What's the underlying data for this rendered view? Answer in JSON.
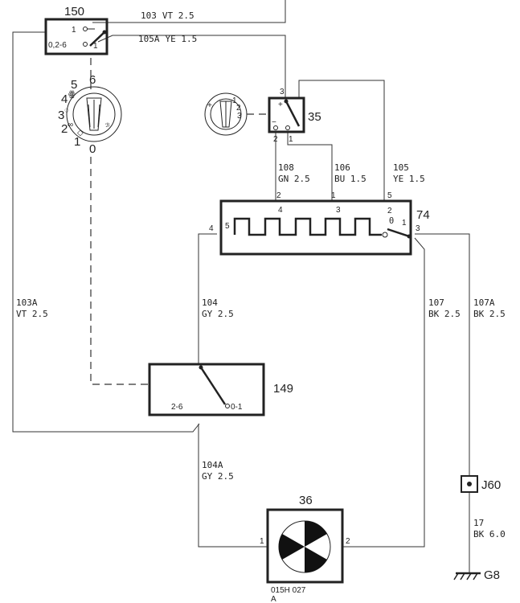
{
  "components": {
    "c150": {
      "ref": "150",
      "pin1": "1",
      "pin_left": "0,2-6",
      "pin_right": "1"
    },
    "c35": {
      "ref": "35",
      "pin3": "3",
      "pin2": "2",
      "pin1": "1",
      "plus": "+",
      "minus": "−"
    },
    "c74": {
      "ref": "74",
      "pin2t": "2",
      "pin1t": "1",
      "pin5t": "5",
      "pin4": "4",
      "pin5": "5",
      "pin4i": "4",
      "pin3i": "3",
      "pin2i": "2",
      "pin1i": "1",
      "pin3": "3",
      "theta": "θ"
    },
    "c149": {
      "ref": "149",
      "pin_left": "2-6",
      "pin_right": "0-1"
    },
    "c36": {
      "ref": "36",
      "pin1": "1",
      "pin2": "2",
      "code1": "015H 027",
      "code2": "A"
    },
    "j60": {
      "ref": "J60"
    },
    "g8": {
      "ref": "G8"
    }
  },
  "knobs": {
    "k150": {
      "pos6": "6",
      "pos5": "5",
      "pos4": "4",
      "pos3": "3",
      "pos2": "2",
      "pos1": "1",
      "pos0": "0"
    },
    "k35": {
      "pos1": "1",
      "pos2": "2",
      "pos3": "3"
    }
  },
  "wires": {
    "w103": {
      "num": "103",
      "spec": "VT 2.5"
    },
    "w105a": {
      "num": "105A",
      "spec": "YE 1.5"
    },
    "w103a": {
      "num": "103A",
      "spec": "VT 2.5"
    },
    "w108": {
      "num": "108",
      "spec": "GN 2.5"
    },
    "w106": {
      "num": "106",
      "spec": "BU 1.5"
    },
    "w105": {
      "num": "105",
      "spec": "YE 1.5"
    },
    "w104": {
      "num": "104",
      "spec": "GY 2.5"
    },
    "w107": {
      "num": "107",
      "spec": "BK 2.5"
    },
    "w107a": {
      "num": "107A",
      "spec": "BK 2.5"
    },
    "w104a": {
      "num": "104A",
      "spec": "GY 2.5"
    },
    "w17": {
      "num": "17",
      "spec": "BK 6.0"
    }
  }
}
